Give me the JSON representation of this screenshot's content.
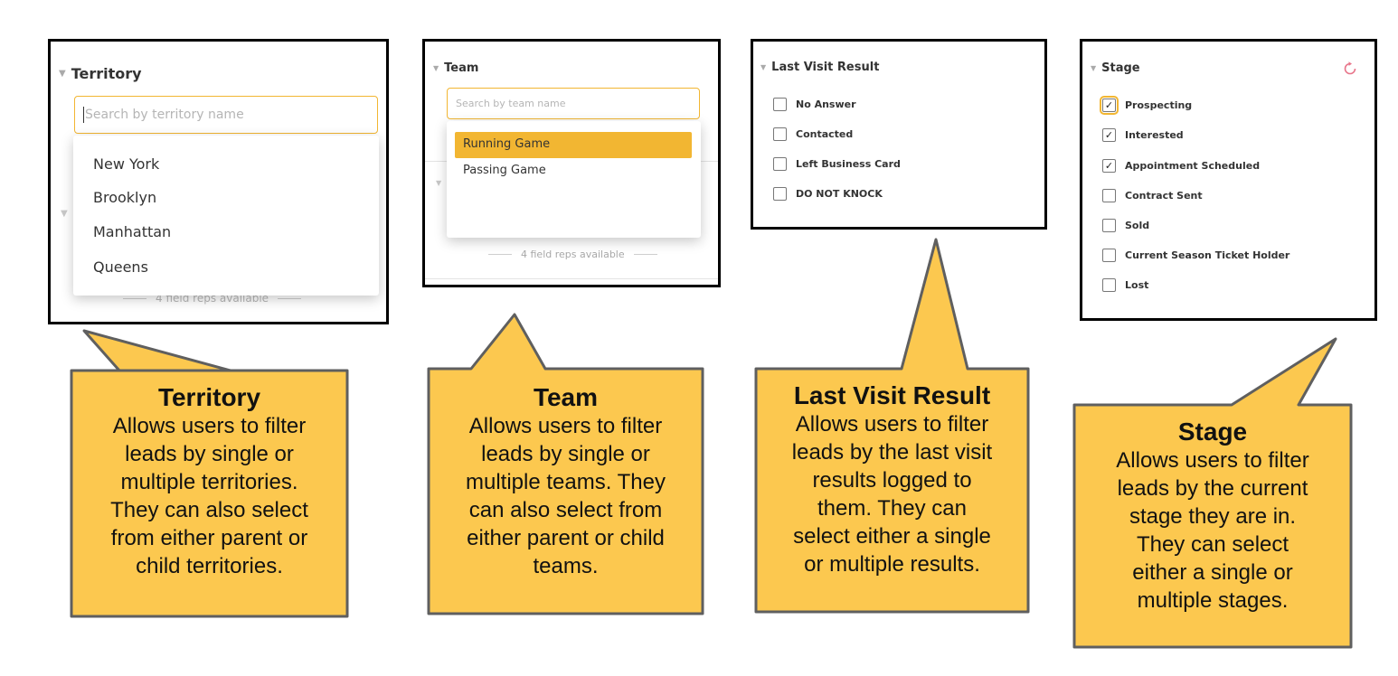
{
  "territory": {
    "header": "Territory",
    "search_placeholder": "Search by territory name",
    "options": [
      "New York",
      "Brooklyn",
      "Manhattan",
      "Queens"
    ],
    "footer_note": "4 field reps available"
  },
  "team": {
    "header": "Team",
    "search_placeholder": "Search by team name",
    "options": [
      "Running Game",
      "Passing Game"
    ],
    "selected_option": "Running Game",
    "footer_note": "4 field reps available"
  },
  "last_visit_result": {
    "header": "Last Visit Result",
    "options": [
      {
        "label": "No Answer",
        "checked": false
      },
      {
        "label": "Contacted",
        "checked": false
      },
      {
        "label": "Left Business Card",
        "checked": false
      },
      {
        "label": "DO NOT KNOCK",
        "checked": false
      }
    ]
  },
  "stage": {
    "header": "Stage",
    "reset_icon": "refresh-icon",
    "options": [
      {
        "label": "Prospecting",
        "checked": true
      },
      {
        "label": "Interested",
        "checked": true
      },
      {
        "label": "Appointment Scheduled",
        "checked": true
      },
      {
        "label": "Contract Sent",
        "checked": false
      },
      {
        "label": "Sold",
        "checked": false
      },
      {
        "label": "Current Season Ticket Holder",
        "checked": false
      },
      {
        "label": "Lost",
        "checked": false
      }
    ]
  },
  "callouts": {
    "territory": {
      "title": "Territory",
      "lines": [
        "Allows users to filter",
        "leads by single or",
        "multiple territories.",
        "They can also select",
        "from either parent or",
        "child territories."
      ]
    },
    "team": {
      "title": "Team",
      "lines": [
        "Allows users to filter",
        "leads by single or",
        "multiple teams.  They",
        "can also select from",
        "either parent or child",
        "teams."
      ]
    },
    "last_visit_result": {
      "title": "Last Visit Result",
      "lines": [
        "Allows users to filter",
        "leads by the last visit",
        "results logged to",
        "them.  They can",
        "select either a single",
        "or multiple results."
      ]
    },
    "stage": {
      "title": "Stage",
      "lines": [
        "Allows users to filter",
        "leads by the current",
        "stage they are in.",
        "They can select",
        "either a single or",
        "multiple stages."
      ]
    }
  },
  "colors": {
    "callout_fill": "#fcc84f",
    "callout_stroke": "#5f5f5f",
    "accent": "#f2b632",
    "selected_option_bg": "#f2b632",
    "reset_icon": "#e8758a"
  }
}
